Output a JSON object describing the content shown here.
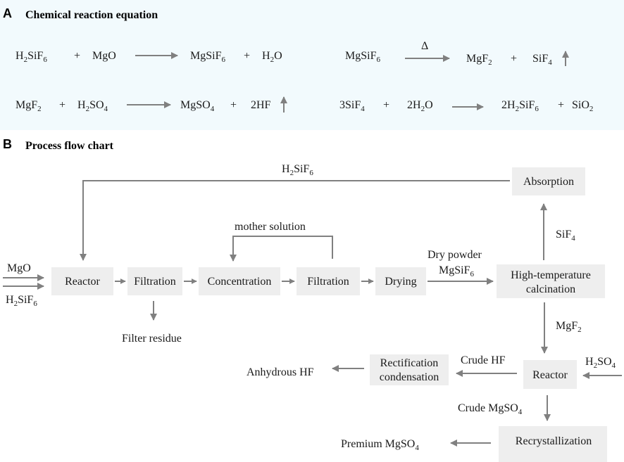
{
  "panel_a": {
    "letter": "A",
    "title": "Chemical reaction equation",
    "eq1": {
      "r1": "H2SiF6",
      "plus1": "+",
      "r2": "MgO",
      "p1": "MgSiF6",
      "plus2": "+",
      "p2": "H2O"
    },
    "eq2": {
      "r1": "MgSiF6",
      "cond": "Δ",
      "p1": "MgF2",
      "plus": "+",
      "p2": "SiF4"
    },
    "eq3": {
      "r1": "MgF2",
      "plus1": "+",
      "r2": "H2SO4",
      "p1": "MgSO4",
      "plus2": "+",
      "p2": "2HF"
    },
    "eq4": {
      "r1": "3SiF4",
      "plus1": "+",
      "r2": "2H2O",
      "p1": "2H2SiF6",
      "plus2": "+",
      "p2": "SiO2"
    }
  },
  "panel_b": {
    "letter": "B",
    "title": "Process flow chart",
    "inputs": {
      "mgo": "MgO",
      "h2sif6": "H2SiF6"
    },
    "boxes": {
      "reactor1": "Reactor",
      "filtration1": "Filtration",
      "concentration": "Concentration",
      "filtration2": "Filtration",
      "drying": "Drying",
      "calcination_l1": "High-temperature",
      "calcination_l2": "calcination",
      "absorption": "Absorption",
      "reactor2": "Reactor",
      "rectification_l1": "Rectification",
      "rectification_l2": "condensation",
      "recrystallization": "Recrystallization"
    },
    "labels": {
      "h2sif6_return": "H2SiF6",
      "mother_solution": "mother solution",
      "filter_residue": "Filter residue",
      "dry_powder": "Dry powder",
      "mgsif6": "MgSiF6",
      "sif4": "SiF4",
      "mgf2": "MgF2",
      "h2so4": "H2SO4",
      "crude_hf": "Crude HF",
      "anhydrous_hf": "Anhydrous HF",
      "crude_mgso4": "Crude MgSO4",
      "premium_mgso4": "Premium MgSO4"
    }
  }
}
